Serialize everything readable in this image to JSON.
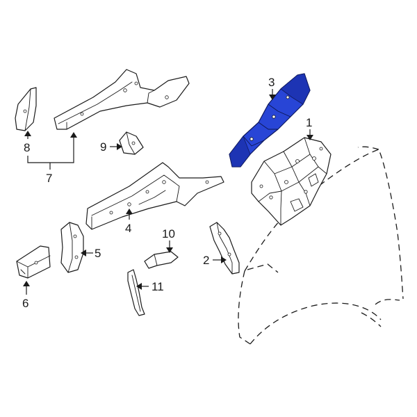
{
  "colors": {
    "highlight": "#2845d6",
    "line": "#1a1a1a",
    "background": "#ffffff"
  },
  "callouts": {
    "c1": "1",
    "c2": "2",
    "c3": "3",
    "c4": "4",
    "c5": "5",
    "c6": "6",
    "c7": "7",
    "c8": "8",
    "c9": "9",
    "c10": "10",
    "c11": "11"
  },
  "highlighted_part": "3"
}
